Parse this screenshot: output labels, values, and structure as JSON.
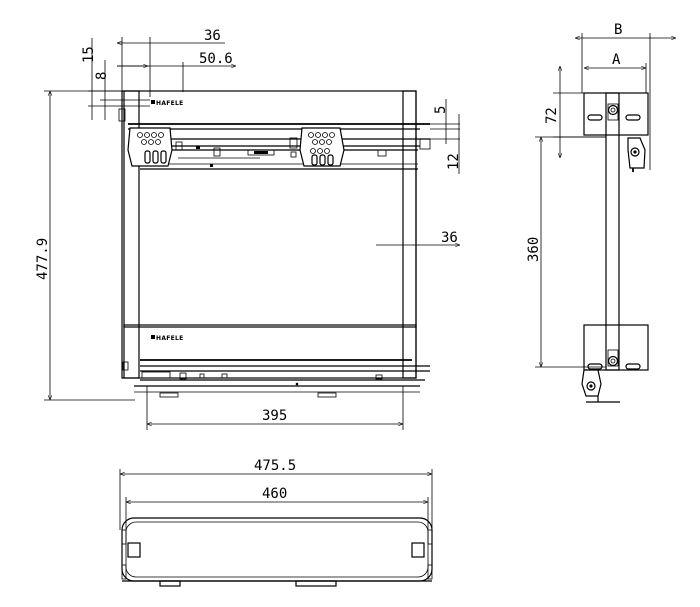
{
  "brand": "HAFELE",
  "front_view": {
    "dims": {
      "d36_top": "36",
      "d50_6": "50.6",
      "d15": "15",
      "d8": "8",
      "d5": "5",
      "d12": "12",
      "d477_9": "477.9",
      "d36_mid": "36",
      "d395": "395"
    }
  },
  "side_view": {
    "dims": {
      "B": "B",
      "A": "A",
      "d72": "72",
      "d360": "360"
    }
  },
  "bottom_view": {
    "dims": {
      "d475_5": "475.5",
      "d460": "460"
    }
  }
}
